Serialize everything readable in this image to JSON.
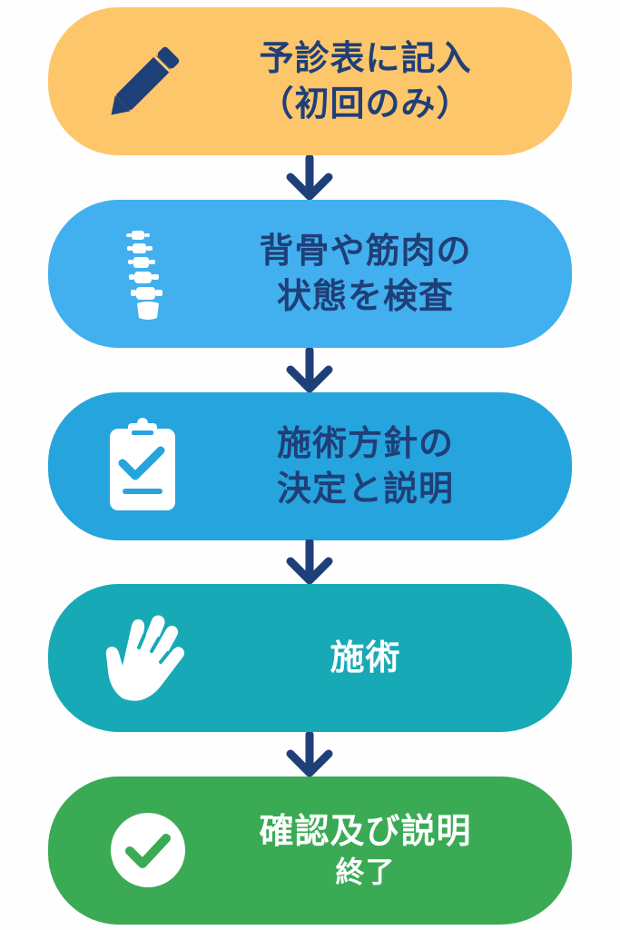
{
  "colors": {
    "step1": "#fdc66a",
    "step2": "#42b0ee",
    "step3": "#26a4dd",
    "step4": "#18a9b6",
    "step5": "#3aaa55",
    "dark_text": "#1f3f78",
    "light_text": "#ffffff",
    "arrow": "#1f3f78"
  },
  "steps": [
    {
      "icon": "pencil-icon",
      "lines": [
        "予診表に記入",
        "（初回のみ）"
      ]
    },
    {
      "icon": "spine-icon",
      "lines": [
        "背骨や筋肉の",
        "状態を検査"
      ]
    },
    {
      "icon": "clipboard-check-icon",
      "lines": [
        "施術方針の",
        "決定と説明"
      ]
    },
    {
      "icon": "hand-icon",
      "lines": [
        "施術"
      ]
    },
    {
      "icon": "check-circle-icon",
      "lines": [
        "確認及び説明",
        "終了"
      ]
    }
  ]
}
